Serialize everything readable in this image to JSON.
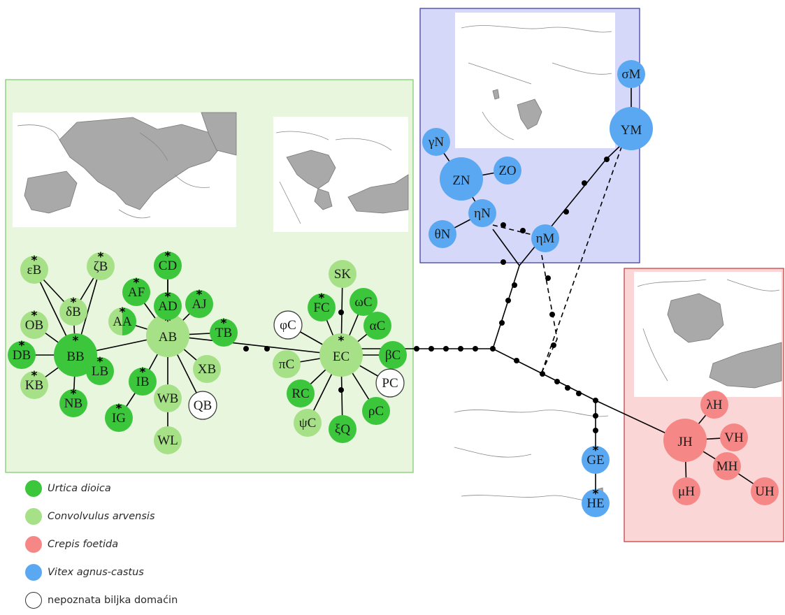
{
  "colors": {
    "urtica": "#3cc63c",
    "convolvulus": "#a6e087",
    "crepis": "#f58886",
    "vitex": "#5aa8f2",
    "unknown": "#ffffff",
    "green_region_fill": "#e8f6de",
    "green_region_border": "#7ac96a",
    "blue_region_fill": "#d6d8fa",
    "blue_region_border": "#3434a0",
    "red_region_fill": "#fbd6d6",
    "red_region_border": "#c0363a",
    "map_land_highlight": "#a9a9a9"
  },
  "legend": [
    {
      "label": "Urtica dioica",
      "color_key": "urtica",
      "italic": true
    },
    {
      "label": "Convolvulus arvensis",
      "color_key": "convolvulus",
      "italic": true
    },
    {
      "label": "Crepis foetida",
      "color_key": "crepis",
      "italic": true
    },
    {
      "label": "Vitex agnus-castus",
      "color_key": "vitex",
      "italic": true
    },
    {
      "label": "nepoznata biljka domaćin",
      "color_key": "unknown",
      "italic": false
    }
  ],
  "nodes": [
    {
      "id": "BB",
      "label": "BB",
      "group": "urtica",
      "big": true,
      "star": true
    },
    {
      "id": "AB",
      "label": "AB",
      "group": "convolvulus",
      "big": true,
      "star": true
    },
    {
      "id": "EC",
      "label": "EC",
      "group": "convolvulus",
      "big": true,
      "star": true
    },
    {
      "id": "epsB",
      "label": "εB",
      "group": "convolvulus",
      "star": true
    },
    {
      "id": "zetB",
      "label": "ζB",
      "group": "convolvulus",
      "star": true
    },
    {
      "id": "delB",
      "label": "δB",
      "group": "convolvulus",
      "star": true
    },
    {
      "id": "OB",
      "label": "OB",
      "group": "convolvulus",
      "star": true
    },
    {
      "id": "DB",
      "label": "DB",
      "group": "urtica",
      "star": true
    },
    {
      "id": "KB",
      "label": "KB",
      "group": "convolvulus",
      "star": true
    },
    {
      "id": "NB",
      "label": "NB",
      "group": "urtica",
      "star": true
    },
    {
      "id": "LB",
      "label": "LB",
      "group": "urtica",
      "star": true
    },
    {
      "id": "CD",
      "label": "CD",
      "group": "urtica",
      "star": true
    },
    {
      "id": "AF",
      "label": "AF",
      "group": "urtica",
      "star": true
    },
    {
      "id": "AD",
      "label": "AD",
      "group": "urtica",
      "star": true
    },
    {
      "id": "AJ",
      "label": "AJ",
      "group": "urtica",
      "star": true
    },
    {
      "id": "AA",
      "label": "AA",
      "group": "split",
      "star": true
    },
    {
      "id": "TB",
      "label": "TB",
      "group": "urtica",
      "star": true
    },
    {
      "id": "XB",
      "label": "XB",
      "group": "convolvulus",
      "star": false
    },
    {
      "id": "IB",
      "label": "IB",
      "group": "urtica",
      "star": true
    },
    {
      "id": "IG",
      "label": "IG",
      "group": "urtica",
      "star": true
    },
    {
      "id": "WB",
      "label": "WB",
      "group": "convolvulus",
      "star": false
    },
    {
      "id": "WL",
      "label": "WL",
      "group": "convolvulus",
      "star": false
    },
    {
      "id": "QB",
      "label": "QB",
      "group": "unknown",
      "star": false
    },
    {
      "id": "SK",
      "label": "SK",
      "group": "convolvulus",
      "star": false
    },
    {
      "id": "FC",
      "label": "FC",
      "group": "urtica",
      "star": true
    },
    {
      "id": "omeC",
      "label": "ωC",
      "group": "urtica",
      "star": false
    },
    {
      "id": "alpC",
      "label": "αC",
      "group": "urtica",
      "star": false
    },
    {
      "id": "phiC",
      "label": "φC",
      "group": "unknown",
      "star": false
    },
    {
      "id": "betC",
      "label": "βC",
      "group": "urtica",
      "star": false
    },
    {
      "id": "piC",
      "label": "πC",
      "group": "convolvulus",
      "star": false
    },
    {
      "id": "PC",
      "label": "PC",
      "group": "unknown",
      "star": false
    },
    {
      "id": "RC",
      "label": "RC",
      "group": "urtica",
      "star": false
    },
    {
      "id": "rhoC",
      "label": "ρC",
      "group": "urtica",
      "star": false
    },
    {
      "id": "psiC",
      "label": "ψC",
      "group": "convolvulus",
      "star": false
    },
    {
      "id": "xiQ",
      "label": "ξQ",
      "group": "urtica",
      "star": false
    },
    {
      "id": "sigM",
      "label": "σM",
      "group": "vitex",
      "star": false
    },
    {
      "id": "YM",
      "label": "YM",
      "group": "vitex",
      "big": true,
      "star": false
    },
    {
      "id": "gamN",
      "label": "γN",
      "group": "vitex",
      "star": false
    },
    {
      "id": "ZN",
      "label": "ZN",
      "group": "vitex",
      "big": true,
      "star": false
    },
    {
      "id": "ZO",
      "label": "ZO",
      "group": "vitex",
      "star": false
    },
    {
      "id": "etaN",
      "label": "ηN",
      "group": "vitex",
      "star": false
    },
    {
      "id": "theN",
      "label": "θN",
      "group": "vitex",
      "star": false
    },
    {
      "id": "etaM",
      "label": "ηM",
      "group": "vitex",
      "star": false
    },
    {
      "id": "lamH",
      "label": "λH",
      "group": "crepis",
      "star": false
    },
    {
      "id": "JH",
      "label": "JH",
      "group": "crepis",
      "big": true,
      "star": false
    },
    {
      "id": "VH",
      "label": "VH",
      "group": "crepis",
      "star": false
    },
    {
      "id": "MH",
      "label": "MH",
      "group": "crepis",
      "star": false
    },
    {
      "id": "muH",
      "label": "μH",
      "group": "crepis",
      "star": false
    },
    {
      "id": "UH",
      "label": "UH",
      "group": "crepis",
      "star": false
    },
    {
      "id": "GE",
      "label": "GE",
      "group": "vitex",
      "star": true
    },
    {
      "id": "HE",
      "label": "HE",
      "group": "vitex",
      "star": true
    }
  ],
  "edges": [
    [
      "BB",
      "epsB"
    ],
    [
      "BB",
      "zetB"
    ],
    [
      "BB",
      "delB"
    ],
    [
      "BB",
      "OB"
    ],
    [
      "BB",
      "DB"
    ],
    [
      "BB",
      "KB"
    ],
    [
      "BB",
      "NB"
    ],
    [
      "BB",
      "LB"
    ],
    [
      "BB",
      "AB"
    ],
    [
      "delB",
      "epsB"
    ],
    [
      "delB",
      "zetB"
    ],
    [
      "AB",
      "CD"
    ],
    [
      "AB",
      "AF"
    ],
    [
      "AB",
      "AD"
    ],
    [
      "AB",
      "AJ"
    ],
    [
      "AB",
      "AA"
    ],
    [
      "AB",
      "TB"
    ],
    [
      "AB",
      "XB"
    ],
    [
      "AB",
      "IB"
    ],
    [
      "AB",
      "WB"
    ],
    [
      "AB",
      "QB"
    ],
    [
      "AB",
      "EC"
    ],
    [
      "IB",
      "IG"
    ],
    [
      "WB",
      "WL"
    ],
    [
      "AD",
      "CD"
    ],
    [
      "EC",
      "SK"
    ],
    [
      "EC",
      "FC"
    ],
    [
      "EC",
      "omeC"
    ],
    [
      "EC",
      "alpC"
    ],
    [
      "EC",
      "phiC"
    ],
    [
      "EC",
      "betC"
    ],
    [
      "EC",
      "piC"
    ],
    [
      "EC",
      "PC"
    ],
    [
      "EC",
      "RC"
    ],
    [
      "EC",
      "rhoC"
    ],
    [
      "EC",
      "psiC"
    ],
    [
      "EC",
      "xiQ"
    ],
    [
      "sigM",
      "YM"
    ],
    [
      "gamN",
      "ZN"
    ],
    [
      "ZN",
      "ZO"
    ],
    [
      "ZN",
      "etaN"
    ],
    [
      "etaN",
      "theN"
    ],
    [
      "JH",
      "lamH"
    ],
    [
      "JH",
      "VH"
    ],
    [
      "JH",
      "MH"
    ],
    [
      "JH",
      "muH"
    ],
    [
      "MH",
      "UH"
    ],
    [
      "GE",
      "HE"
    ]
  ]
}
